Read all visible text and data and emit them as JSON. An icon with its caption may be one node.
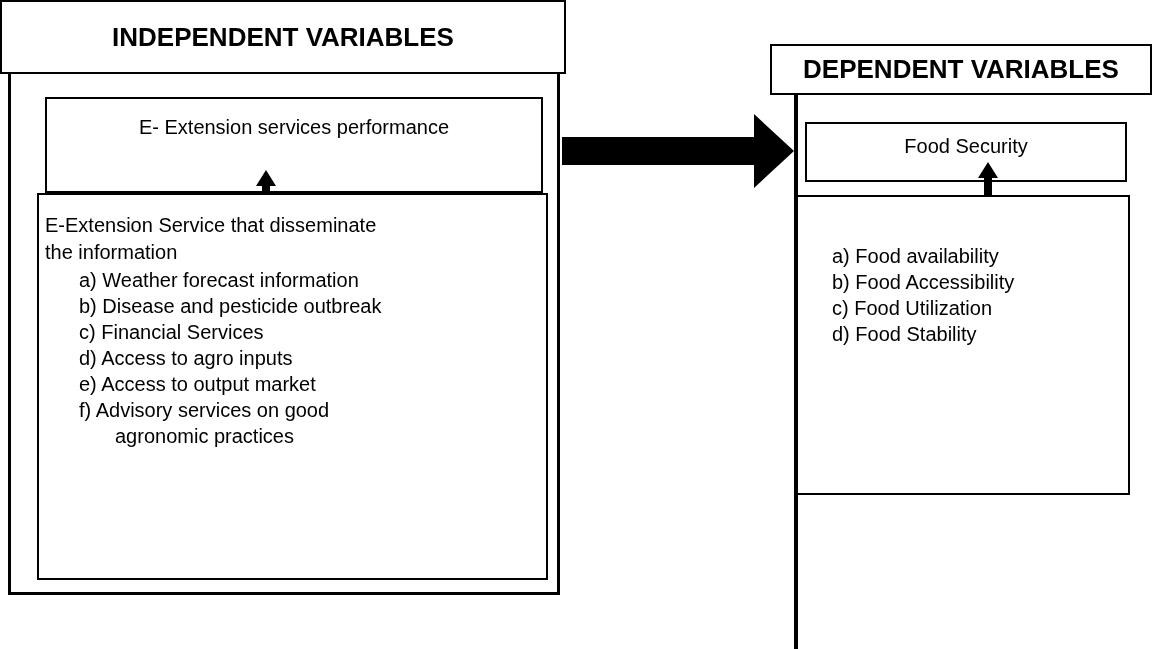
{
  "diagram": {
    "nodes": [
      {
        "text": [
          "INDEPENDENT VARIABLES"
        ]
      },
      {
        "text": [],
        "shape": "box"
      },
      {
        "text": [
          "E- Extension services performance"
        ],
        "in": 1
      },
      {
        "text": [
          "E-Extension Service that disseminate the information",
          "a) Weather forecast information",
          "b) Disease and pesticide outbreak",
          "c) Financial Services",
          "d) Access to agro inputs",
          "e) Access to output market",
          "f) Advisory services on good agronomic practices"
        ],
        "in": 1
      },
      {
        "text": [
          "DEPENDENT VARIABLES"
        ]
      },
      {
        "text": [],
        "shape": "box"
      },
      {
        "text": [
          "Food Security"
        ],
        "in": 5
      },
      {
        "text": [
          "a) Food availability",
          "b) Food Accessibility",
          "c) Food Utilization",
          "d) Food Stability"
        ],
        "in": 5
      }
    ],
    "edges": [
      {
        "from": 1,
        "to": 5,
        "arrow": "to"
      },
      {
        "from": 3,
        "to": 2,
        "arrow": "to"
      },
      {
        "from": 7,
        "to": 6,
        "arrow": "to"
      }
    ]
  }
}
